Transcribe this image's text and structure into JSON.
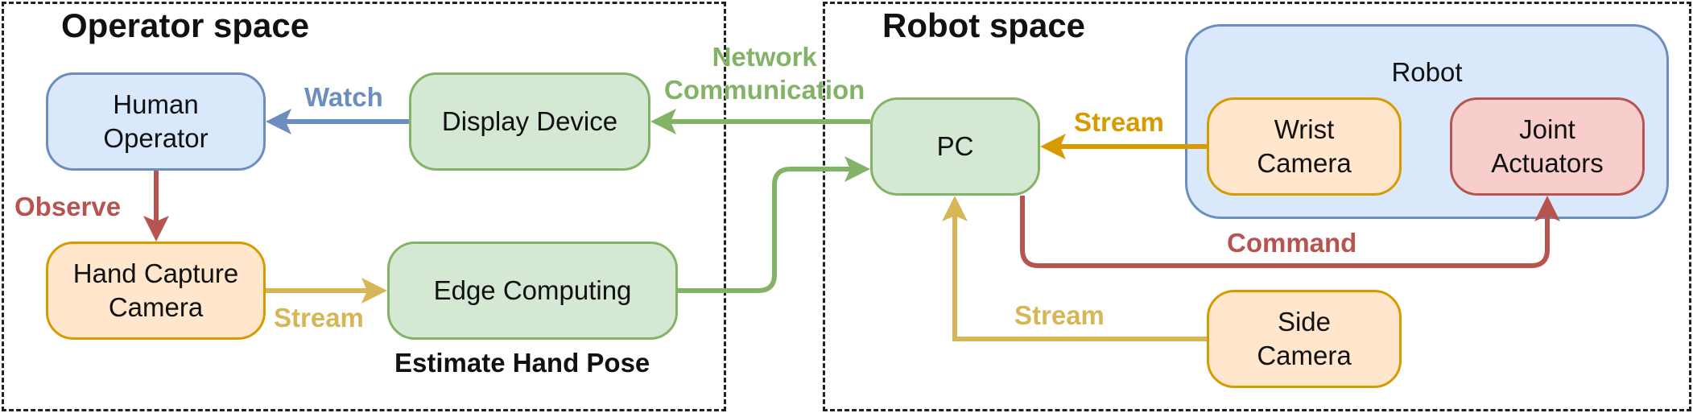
{
  "spaces": {
    "operator": {
      "title": "Operator space"
    },
    "robot": {
      "title": "Robot space"
    }
  },
  "nodes": {
    "human_operator": "Human\nOperator",
    "display_device": "Display Device",
    "hand_capture_camera": "Hand Capture\nCamera",
    "edge_computing": "Edge Computing",
    "pc": "PC",
    "robot_group": "Robot",
    "wrist_camera": "Wrist\nCamera",
    "joint_actuators": "Joint\nActuators",
    "side_camera": "Side\nCamera"
  },
  "edge_labels": {
    "watch": "Watch",
    "observe": "Observe",
    "stream_hand": "Stream",
    "network_communication": "Network\nCommunication",
    "estimate_hand_pose": "Estimate Hand Pose",
    "stream_wrist": "Stream",
    "command": "Command",
    "stream_side": "Stream"
  },
  "colors": {
    "blue": "#6c8ebf",
    "red": "#b85450",
    "yellow": "#d6b656",
    "green": "#82b366",
    "gold": "#d79b00"
  }
}
